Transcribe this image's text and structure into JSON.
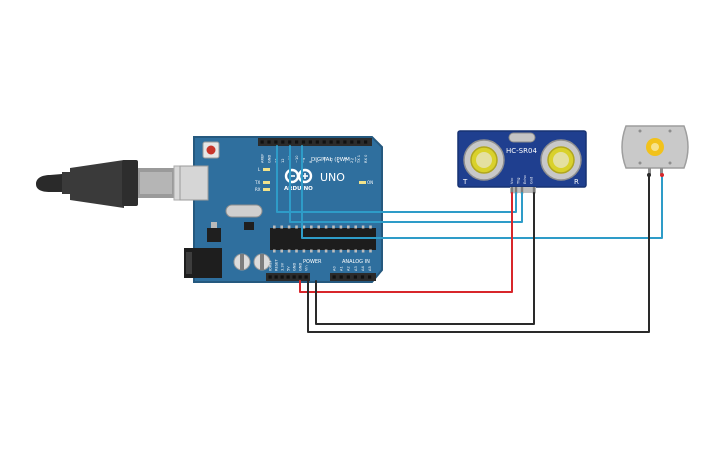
{
  "colors": {
    "board": "#2f6f9e",
    "board_dark": "#25597f",
    "header": "#2b2b2b",
    "sensor_board": "#1f3f8f",
    "wire_red": "#d8262b",
    "wire_black": "#2a2a2a",
    "wire_blue": "#2e9cc8",
    "motor_body": "#c9c9c9",
    "motor_gear": "#f2c21b"
  },
  "arduino": {
    "logo_text": "ARDUINO",
    "model": "UNO",
    "on_label": "ON",
    "tx_label": "TX",
    "rx_label": "RX",
    "l_label": "L",
    "digital_label": "DIGITAL (PWM~)",
    "power_label": "POWER",
    "analog_label": "ANALOG IN",
    "digital_pins": [
      "AREF",
      "GND",
      "13",
      "12",
      "~11",
      "~10",
      "~9",
      "8",
      "7",
      "~6",
      "~5",
      "4",
      "~3",
      "2",
      "TX 1",
      "RX 0"
    ],
    "power_pins": [
      "IOREF",
      "RESET",
      "3.3V",
      "5V",
      "GND",
      "GND",
      "Vin"
    ],
    "analog_pins": [
      "A0",
      "A1",
      "A2",
      "A3",
      "A4",
      "A5"
    ]
  },
  "sensor": {
    "label": "HC-SR04",
    "pins": [
      "Vcc",
      "Trig",
      "Echo",
      "Gnd"
    ],
    "left_mark": "T",
    "right_mark": "R"
  },
  "icons": {
    "usb": "usb-cable-icon",
    "gear": "motor-gear-icon"
  }
}
